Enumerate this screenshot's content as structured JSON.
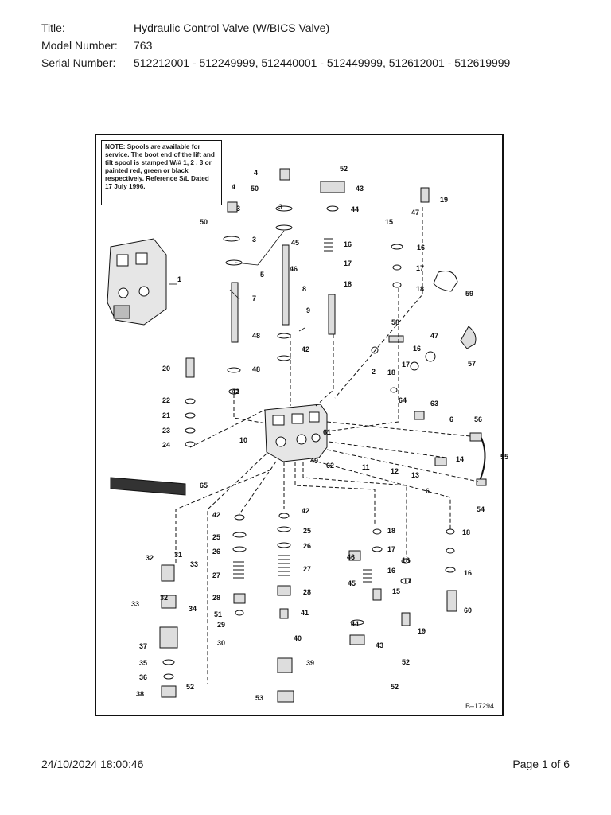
{
  "header": {
    "title_label": "Title:",
    "title_value": "Hydraulic Control Valve (W/BICS Valve)",
    "model_label": "Model Number:",
    "model_value": "763",
    "serial_label": "Serial Number:",
    "serial_value": "512212001 - 512249999, 512440001 - 512449999, 512612001 - 512619999"
  },
  "diagram": {
    "note": "NOTE: Spools are available for service. The boot end of the lift and tilt spool is stamped W/# 1, 2 , 3 or painted red, green or black respectively. Reference S/L Dated 17 July 1996.",
    "figure_id": "B–17294",
    "callouts": [
      "1",
      "2",
      "3",
      "3",
      "3",
      "4",
      "4",
      "5",
      "6",
      "6",
      "7",
      "8",
      "9",
      "10",
      "11",
      "12",
      "13",
      "14",
      "15",
      "15",
      "16",
      "16",
      "16",
      "16",
      "16",
      "17",
      "17",
      "17",
      "17",
      "17",
      "18",
      "18",
      "18",
      "18",
      "18",
      "18",
      "19",
      "19",
      "20",
      "21",
      "22",
      "23",
      "24",
      "25",
      "25",
      "26",
      "26",
      "27",
      "27",
      "28",
      "28",
      "29",
      "30",
      "31",
      "32",
      "32",
      "33",
      "33",
      "34",
      "35",
      "36",
      "37",
      "38",
      "39",
      "40",
      "41",
      "42",
      "42",
      "42",
      "42",
      "43",
      "43",
      "44",
      "44",
      "45",
      "45",
      "46",
      "46",
      "47",
      "47",
      "48",
      "48",
      "49",
      "50",
      "50",
      "51",
      "52",
      "52",
      "52",
      "52",
      "53",
      "54",
      "55",
      "56",
      "57",
      "58",
      "59",
      "60",
      "61",
      "62",
      "63",
      "64",
      "65"
    ]
  },
  "footer": {
    "datetime": "24/10/2024 18:00:46",
    "page": "Page 1 of 6"
  }
}
